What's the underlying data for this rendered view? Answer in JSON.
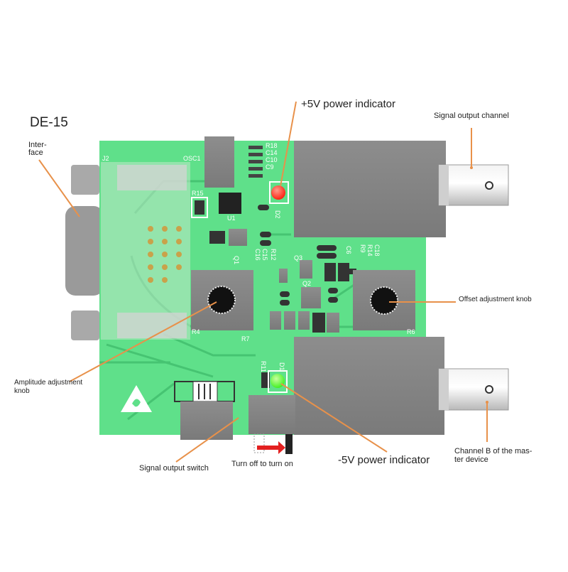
{
  "callouts": {
    "de15": "DE-15",
    "interface_line1": "Inter-",
    "interface_line2": "face",
    "plus5v": "+5V power indicator",
    "signal_output_channel": "Signal output channel",
    "offset_knob": "Offset adjustment knob",
    "amplitude_line1": "Amplitude adjustment",
    "amplitude_line2": "knob",
    "signal_output_switch": "Signal output switch",
    "turn_off": "Turn off to turn on",
    "minus5v": "-5V power indicator",
    "channel_b_line1": "Channel B of the mas-",
    "channel_b_line2": "ter device"
  },
  "silkscreen": {
    "j2": "J2",
    "osc1": "OSC1",
    "r15": "R15",
    "u1": "U1",
    "q1": "Q1",
    "r4": "R4",
    "r6": "R6",
    "q2": "Q2",
    "q3": "Q3",
    "d1": "D1",
    "d2": "D2",
    "r11": "R11",
    "r18": "R18",
    "c14": "C14",
    "c10": "C10",
    "c9": "C9",
    "c16": "C16",
    "c15": "C15",
    "r12": "R12",
    "c6": "C6",
    "c18": "C18",
    "r14": "R14",
    "r9": "R9",
    "r7": "R7"
  },
  "colors": {
    "pcb": "#5fe08a",
    "pcb_trace": "#46c472",
    "component_grey": "#8c8c8c",
    "bnc_body": "#7e7e7e",
    "led_red": "#ff2a1a",
    "led_green": "#44ff22",
    "leader_line": "#e8914a",
    "arrow_red": "#e32020"
  }
}
